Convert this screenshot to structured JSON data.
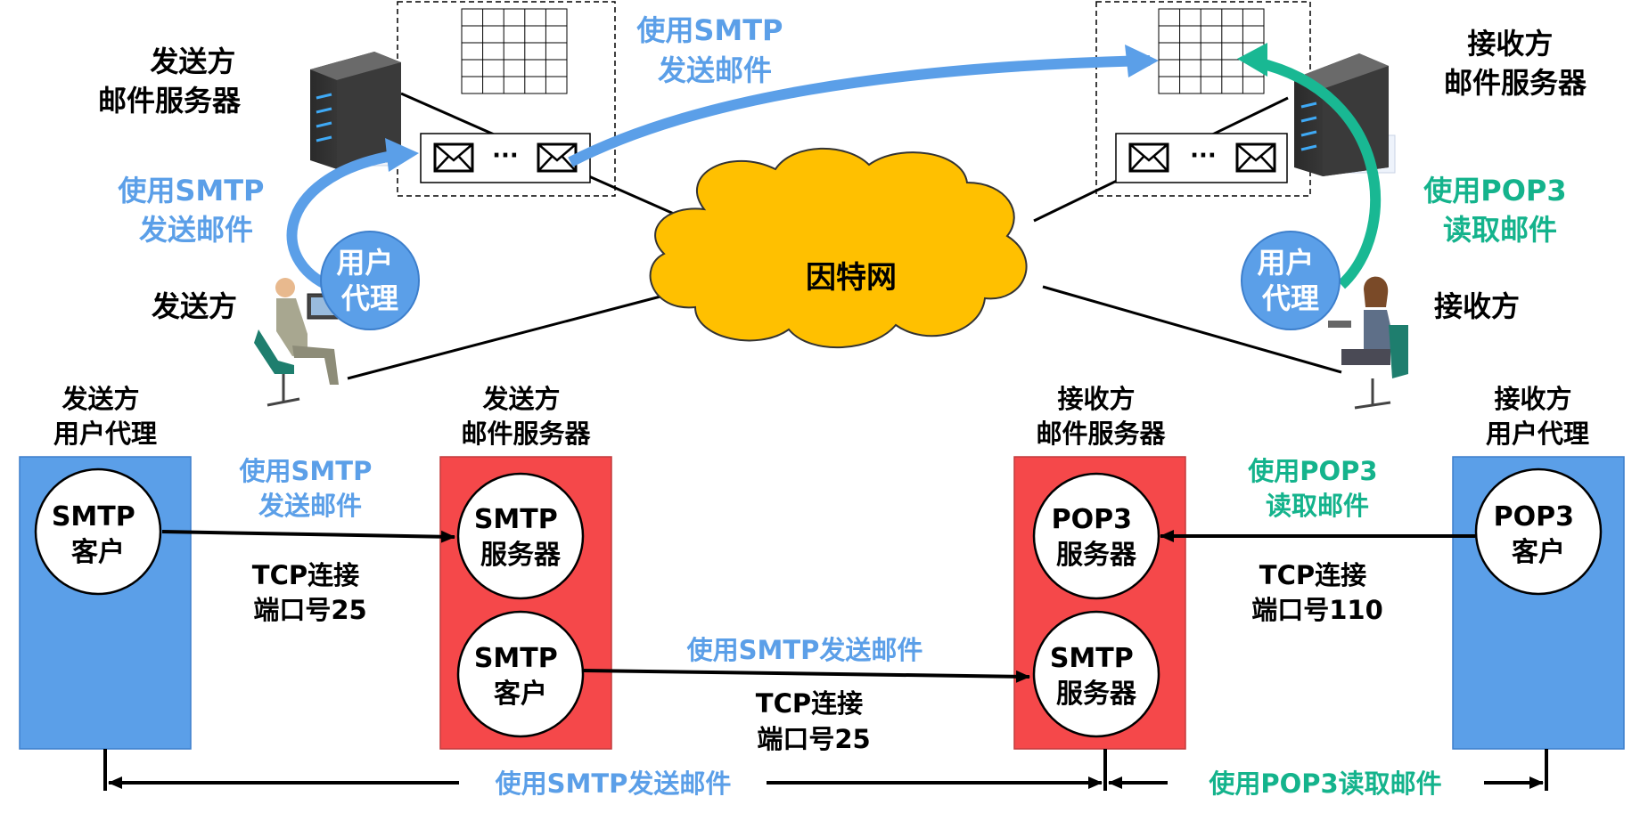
{
  "colors": {
    "blue_text": "#5B9FE8",
    "green_text": "#14B38C",
    "blue_arrow": "#5B9FE8",
    "green_arrow": "#19B893",
    "cloud_fill": "#FFC000",
    "blue_box": "#5B9FE8",
    "red_box": "#F5484A",
    "user_agent_circle": "#5B9FE8",
    "black": "#000000"
  },
  "top": {
    "sender_server_label": [
      "发送方",
      "邮件服务器"
    ],
    "receiver_server_label": [
      "接收方",
      "邮件服务器"
    ],
    "smtp_top_label": [
      "使用SMTP",
      "发送邮件"
    ],
    "smtp_left_label": [
      "使用SMTP",
      "发送邮件"
    ],
    "pop3_right_label": [
      "使用POP3",
      "读取邮件"
    ],
    "cloud_label": "因特网",
    "sender_person_label": "发送方",
    "receiver_person_label": "接收方",
    "user_agent_left": [
      "用户",
      "代理"
    ],
    "user_agent_right": [
      "用户",
      "代理"
    ],
    "ellipsis": "···"
  },
  "bottom": {
    "col1_title": [
      "发送方",
      "用户代理"
    ],
    "col2_title": [
      "发送方",
      "邮件服务器"
    ],
    "col3_title": [
      "接收方",
      "邮件服务器"
    ],
    "col4_title": [
      "接收方",
      "用户代理"
    ],
    "smtp_client_1": [
      "SMTP",
      "客户"
    ],
    "smtp_server_1": [
      "SMTP",
      "服务器"
    ],
    "smtp_client_2": [
      "SMTP",
      "客户"
    ],
    "pop3_server": [
      "POP3",
      "服务器"
    ],
    "smtp_server_2": [
      "SMTP",
      "服务器"
    ],
    "pop3_client": [
      "POP3",
      "客户"
    ],
    "link1_top": [
      "使用SMTP",
      "发送邮件"
    ],
    "link1_bottom": [
      "TCP连接",
      "端口号25"
    ],
    "link2_top": "使用SMTP发送邮件",
    "link2_bottom": [
      "TCP连接",
      "端口号25"
    ],
    "link3_top": [
      "使用POP3",
      "读取邮件"
    ],
    "link3_bottom": [
      "TCP连接",
      "端口号110"
    ],
    "span_left_label": "使用SMTP发送邮件",
    "span_right_label": "使用POP3读取邮件"
  }
}
